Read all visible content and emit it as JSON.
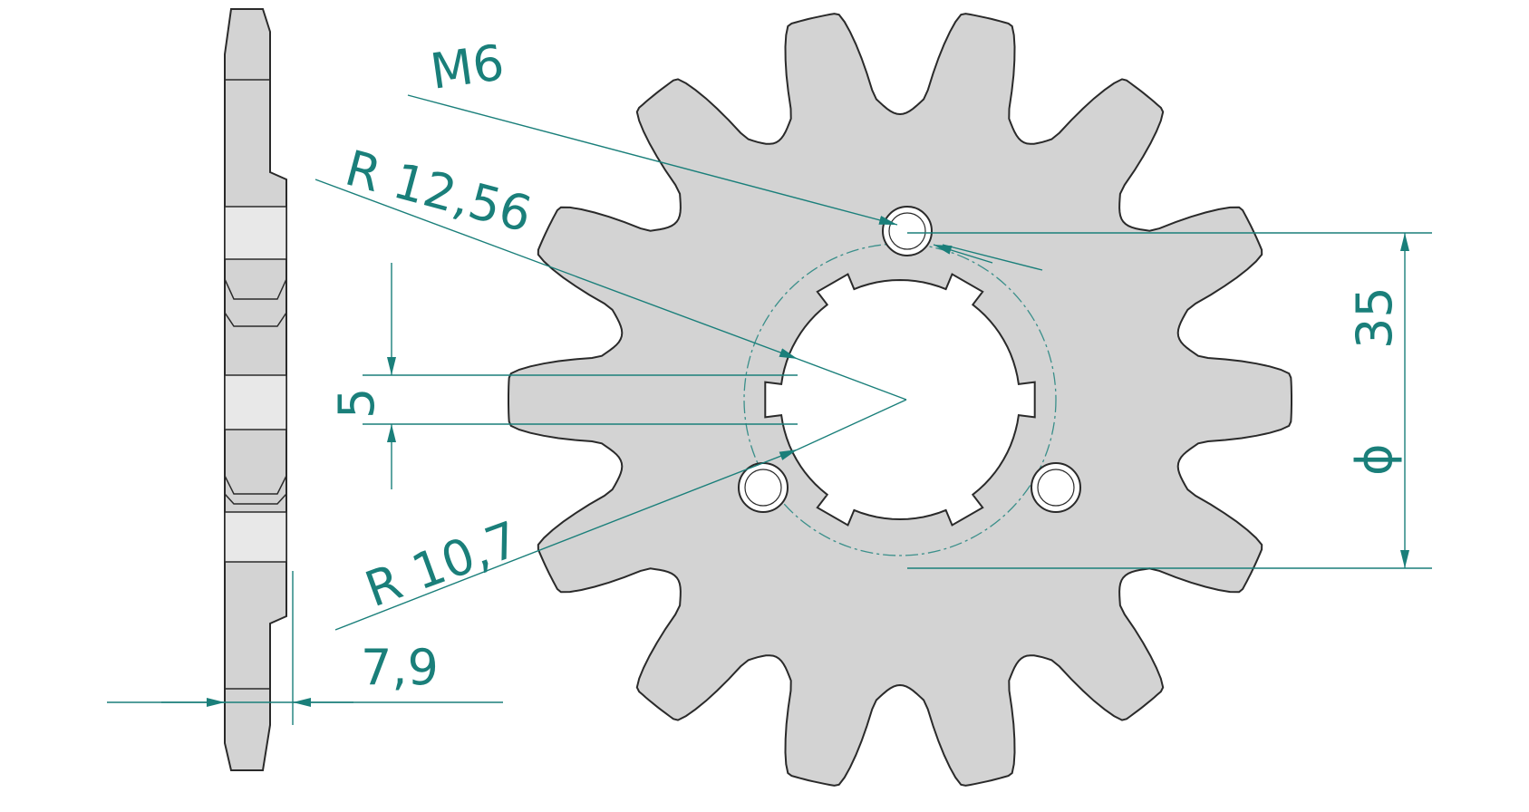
{
  "colors": {
    "background": "#ffffff",
    "part_fill": "#d3d3d3",
    "part_outline": "#2a2a2a",
    "hole_fill": "#ffffff",
    "dimension": "#1a7f7a",
    "center_line": "#3a8f8a"
  },
  "sprocket": {
    "teeth_count": 14
  },
  "dimensions": {
    "thread_label": "M6",
    "outer_radius_label": "R 12,56",
    "inner_radius_label": "R 10,7",
    "key_width_label": "5",
    "thickness_label": "7,9",
    "bolt_circle_symbol": "ϕ",
    "bolt_circle_value": "35"
  }
}
